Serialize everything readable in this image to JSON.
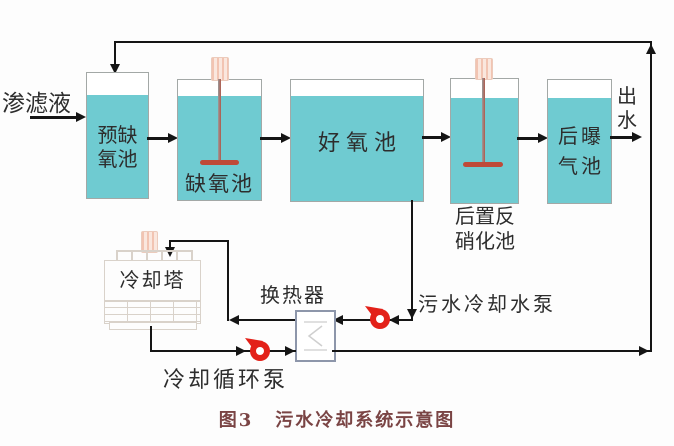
{
  "figure_type": "process-flow-diagram",
  "diagram": {
    "influent": "渗滤液",
    "effluent": {
      "line1": "出",
      "line2": "水"
    },
    "tanks": [
      {
        "name": "pre-anoxic-tank",
        "line1": "预缺",
        "line2": "氧池"
      },
      {
        "name": "anoxic-tank",
        "label": "缺氧池"
      },
      {
        "name": "aerobic-tank",
        "label": "好氧池"
      },
      {
        "name": "post-denitrification-tank",
        "line1": "后置反",
        "line2": "硝化池"
      },
      {
        "name": "post-aeration-tank",
        "line1": "后曝",
        "line2": "气池"
      }
    ],
    "equipment": {
      "cooling_tower": "冷却塔",
      "heat_exchanger": "换热器",
      "cooling_pump": "冷却循环泵",
      "sewage_pump": "污水冷却水泵"
    },
    "caption": {
      "fig": "图3",
      "title": "污水冷却系统示意图"
    },
    "colors": {
      "tank_fill": "#6fcbd1",
      "flow_line": "#151515",
      "pump_red": "#e32119",
      "caption_text": "#7a4444",
      "tower_outline": "#d9d2ca"
    }
  }
}
